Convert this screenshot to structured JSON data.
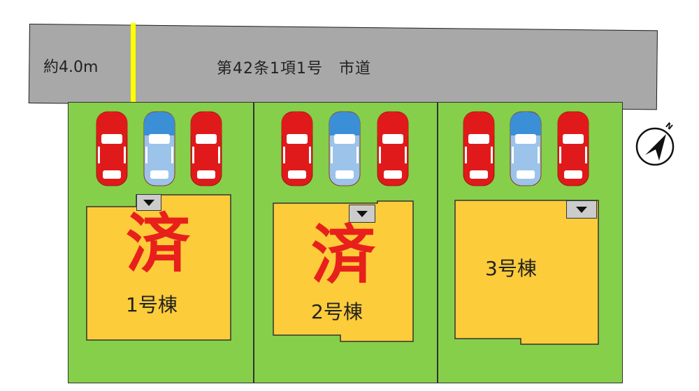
{
  "road": {
    "width_label": "約4.0m",
    "name": "第42条1項1号　市道"
  },
  "lots": [
    {
      "label": "1号棟",
      "sold": true,
      "sold_mark": "済",
      "cars": [
        "red",
        "blue",
        "red"
      ]
    },
    {
      "label": "2号棟",
      "sold": true,
      "sold_mark": "済",
      "cars": [
        "red",
        "blue",
        "red"
      ]
    },
    {
      "label": "3号棟",
      "sold": false,
      "cars": [
        "red",
        "blue",
        "red"
      ]
    }
  ],
  "compass": {
    "label": "N",
    "icon": "north-arrow-icon"
  },
  "colors": {
    "road": "#a8a8a8",
    "site": "#86cf4a",
    "house": "#fccc3a",
    "sold": "#e8201c",
    "marker": "#ffff00",
    "car_red": "#e01a1a",
    "car_blue": "#3b8fd6"
  }
}
